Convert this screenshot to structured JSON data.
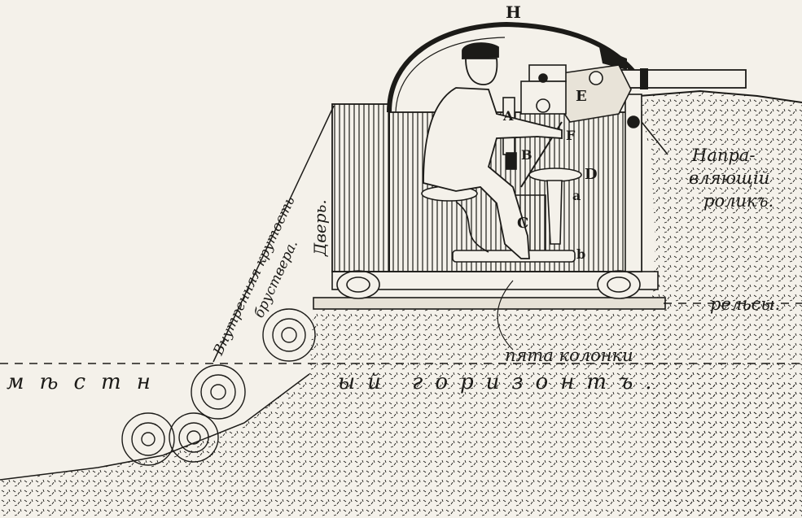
{
  "diagram": {
    "letters": {
      "H": "Н",
      "E": "E",
      "A": "A",
      "B": "B",
      "F": "F",
      "D": "D",
      "a": "a",
      "C": "C",
      "b": "b"
    },
    "labels": {
      "guide_roller_line1": "Напра-",
      "guide_roller_line2": "вляющій",
      "guide_roller_line3": "роликъ.",
      "rails": "рельсы.",
      "column_heel": "пята колонки",
      "door": "Дверь.",
      "slope_line1": "Внутренняя крутость",
      "slope_line2": "бруствера.",
      "horizon_left": "мѣстн",
      "horizon_right": "ый горизонтъ."
    },
    "colors": {
      "ink": "#1c1b18",
      "paper": "#f4f1ea"
    }
  }
}
